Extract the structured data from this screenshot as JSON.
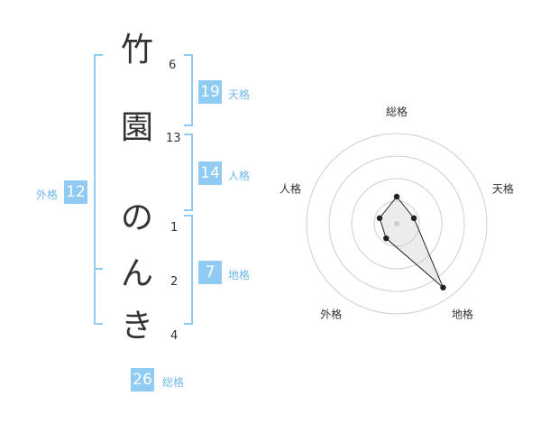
{
  "name_chars": [
    {
      "char": "竹",
      "strokes": "6"
    },
    {
      "char": "園",
      "strokes": "13"
    },
    {
      "char": "の",
      "strokes": "1"
    },
    {
      "char": "ん",
      "strokes": "2"
    },
    {
      "char": "き",
      "strokes": "4"
    }
  ],
  "fortunes": {
    "tenkaku": {
      "value": "19",
      "label": "天格"
    },
    "jinkaku": {
      "value": "14",
      "label": "人格"
    },
    "chikaku": {
      "value": "7",
      "label": "地格"
    },
    "gaikaku": {
      "value": "12",
      "label": "外格"
    },
    "soukaku": {
      "value": "26",
      "label": "総格"
    }
  },
  "colors": {
    "accent": "#8fcbf2",
    "accent_text": "#6fb9e8"
  },
  "radar": {
    "axes": [
      "総格",
      "天格",
      "地格",
      "外格",
      "人格"
    ],
    "levels": 4,
    "values": [
      1.2,
      0.8,
      3.5,
      0.8,
      0.8
    ],
    "max": 4
  }
}
